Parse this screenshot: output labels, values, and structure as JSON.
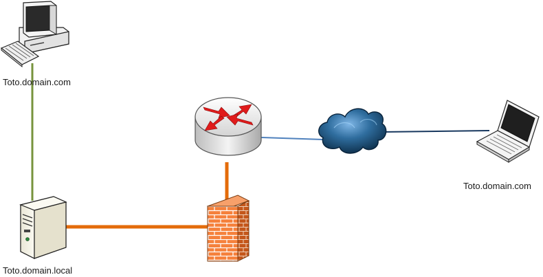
{
  "nodes": {
    "desktop": {
      "label": "Toto.domain.com",
      "icon": "desktop-computer-icon"
    },
    "server": {
      "label": "Toto.domain.local",
      "icon": "tower-server-icon"
    },
    "router": {
      "label": "",
      "icon": "router-icon"
    },
    "firewall": {
      "label": "",
      "icon": "firewall-icon"
    },
    "cloud": {
      "label": "",
      "icon": "internet-cloud-icon"
    },
    "laptop": {
      "label": "Toto.domain.com",
      "icon": "laptop-icon"
    }
  },
  "links": [
    {
      "from": "desktop",
      "to": "server",
      "color": "#77933c"
    },
    {
      "from": "server",
      "to": "firewall",
      "color": "#e46c0a"
    },
    {
      "from": "firewall",
      "to": "router",
      "color": "#e46c0a"
    },
    {
      "from": "router",
      "to": "cloud",
      "color": "#4f81bd"
    },
    {
      "from": "cloud",
      "to": "laptop",
      "color": "#17375e"
    }
  ],
  "colors": {
    "firewall_brick": "#f5813c",
    "router_arrow": "#e01b1b",
    "cloud_dark": "#0b2a44",
    "cloud_light": "#5b9bd5"
  }
}
